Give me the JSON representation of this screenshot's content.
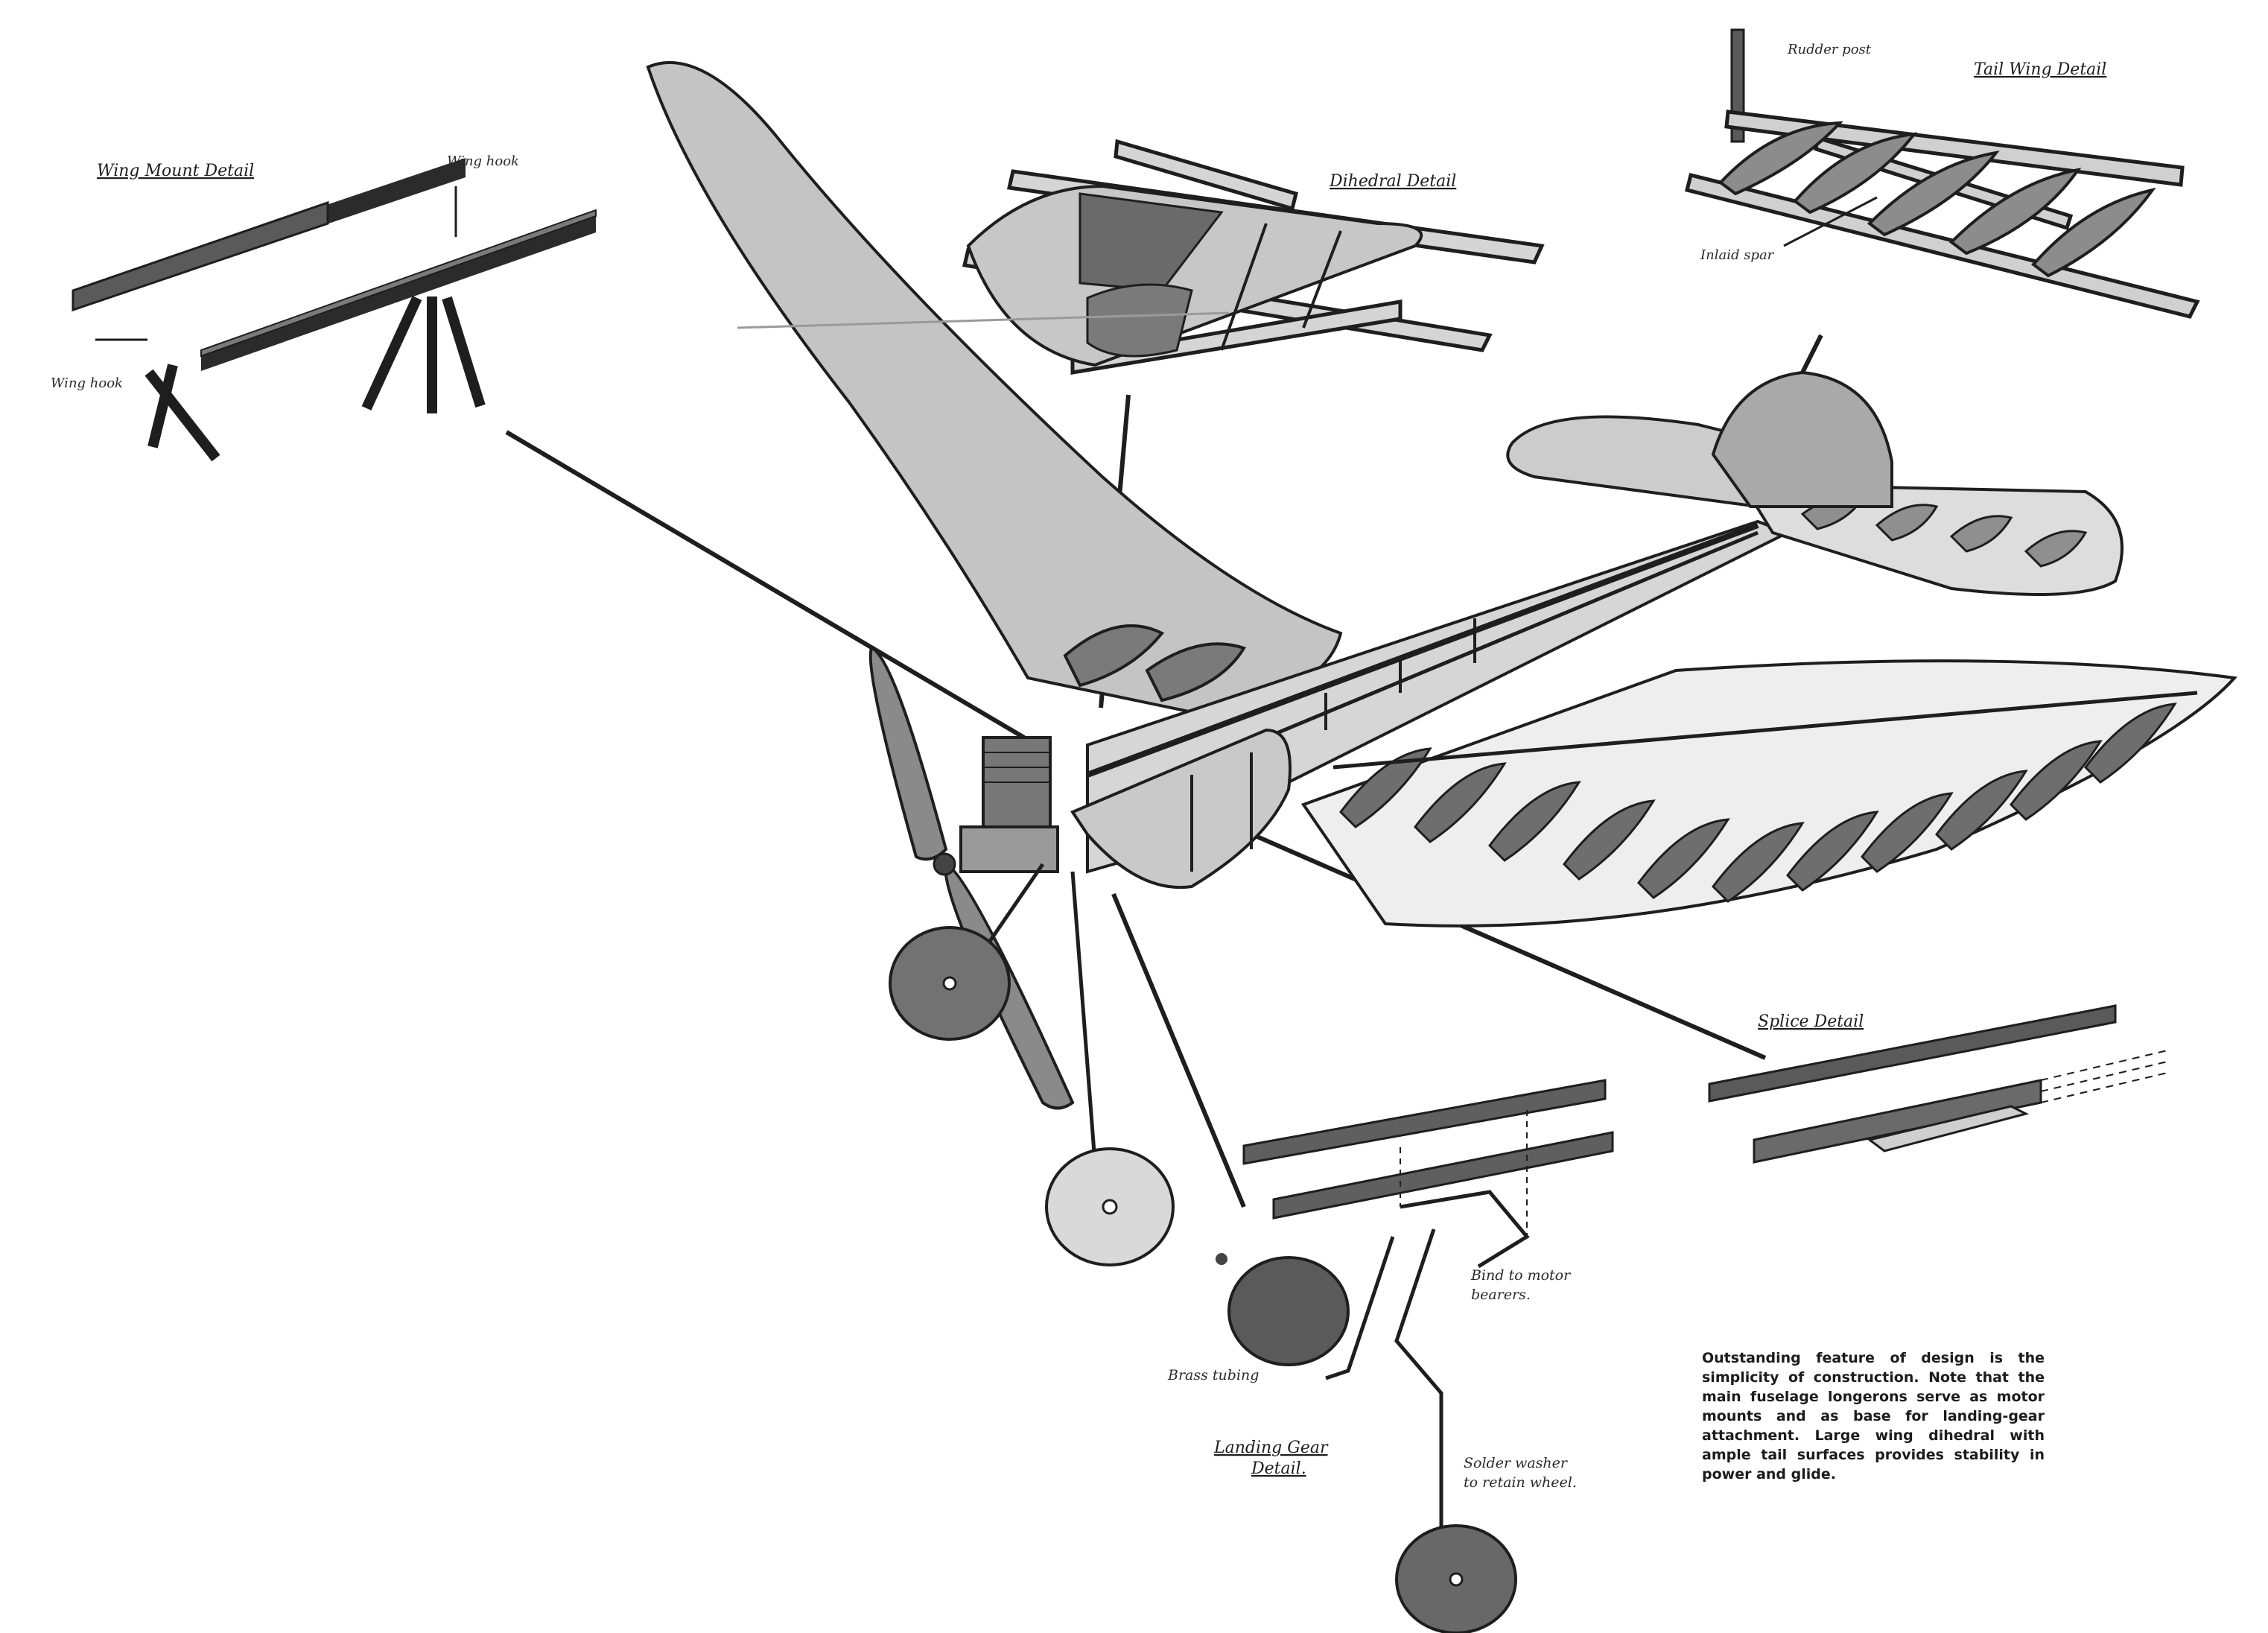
{
  "details": {
    "wing_mount": {
      "title": "Wing Mount Detail",
      "wing_hook_top": "Wing hook",
      "wing_hook_bottom": "Wing hook"
    },
    "dihedral": {
      "title": "Dihedral Detail"
    },
    "tail_wing": {
      "title": "Tail Wing Detail",
      "rudder_post": "Rudder post",
      "inlaid_spar": "Inlaid spar"
    },
    "splice": {
      "title": "Splice Detail"
    },
    "landing_gear": {
      "title_line1": "Landing Gear",
      "title_line2": "Detail.",
      "bind": "Bind to motor",
      "bind2": "bearers.",
      "brass": "Brass tubing",
      "solder": "Solder washer",
      "solder2": "to retain wheel."
    }
  },
  "caption": "Outstanding feature of design is the simplicity of construction. Note that the main fuselage longerons serve as motor mounts and as base for landing-gear attachment. Large wing dihedral with ample tail surfaces provides stability in power and glide.",
  "colors": {
    "ink": "#1e1e1e",
    "dark_fill": "#5a5a5a",
    "mid_fill": "#9a9a9a",
    "light_fill": "#cfcfcf",
    "paper": "#ffffff"
  }
}
